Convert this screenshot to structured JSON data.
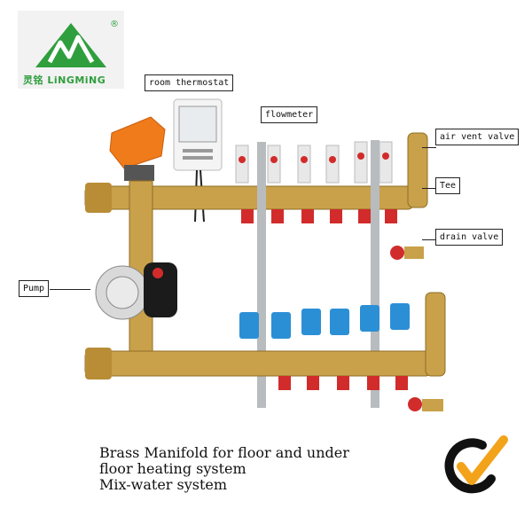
{
  "brand": {
    "logo_text": "灵铭 LiNGMiNG",
    "registered_mark": "®",
    "colors": {
      "green": "#2f9e3d",
      "brass": "#c9a14a",
      "red": "#d22b2b",
      "blue": "#2b8fd6"
    }
  },
  "labels": {
    "room_thermostat": "room thermostat",
    "flowmeter": "flowmeter",
    "air_vent_valve": "air vent valve",
    "tee": "Tee",
    "drain_valve": "drain valve",
    "pump": "Pump"
  },
  "caption": {
    "line1": "Brass Manifold for floor and under",
    "line2": "floor heating system",
    "line3": "Mix-water system"
  },
  "icons": {
    "check_mark": "check-icon"
  }
}
